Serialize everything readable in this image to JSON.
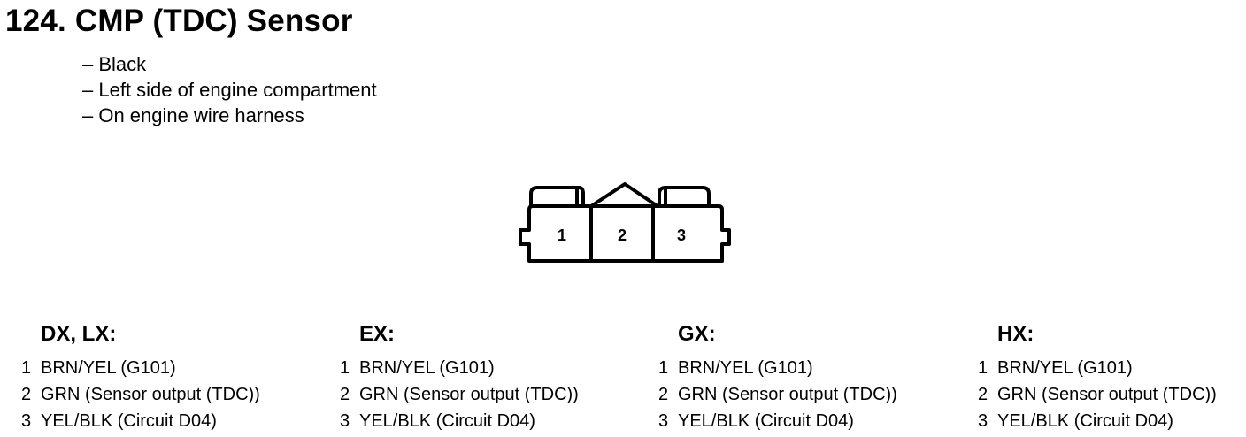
{
  "title": "124. CMP (TDC) Sensor",
  "notes": [
    "– Black",
    "– Left side of engine compartment",
    "– On engine wire harness"
  ],
  "connector": {
    "pins": [
      "1",
      "2",
      "3"
    ]
  },
  "variants": [
    {
      "name": "DX, LX:",
      "pins": [
        {
          "num": "1",
          "desc": "BRN/YEL (G101)"
        },
        {
          "num": "2",
          "desc": "GRN (Sensor output (TDC))"
        },
        {
          "num": "3",
          "desc": "YEL/BLK (Circuit D04)"
        }
      ]
    },
    {
      "name": "EX:",
      "pins": [
        {
          "num": "1",
          "desc": "BRN/YEL (G101)"
        },
        {
          "num": "2",
          "desc": "GRN (Sensor output (TDC))"
        },
        {
          "num": "3",
          "desc": "YEL/BLK (Circuit D04)"
        }
      ]
    },
    {
      "name": "GX:",
      "pins": [
        {
          "num": "1",
          "desc": "BRN/YEL (G101)"
        },
        {
          "num": "2",
          "desc": "GRN (Sensor output (TDC))"
        },
        {
          "num": "3",
          "desc": "YEL/BLK (Circuit D04)"
        }
      ]
    },
    {
      "name": "HX:",
      "pins": [
        {
          "num": "1",
          "desc": "BRN/YEL (G101)"
        },
        {
          "num": "2",
          "desc": "GRN (Sensor output (TDC))"
        },
        {
          "num": "3",
          "desc": "YEL/BLK (Circuit D04)"
        }
      ]
    }
  ]
}
